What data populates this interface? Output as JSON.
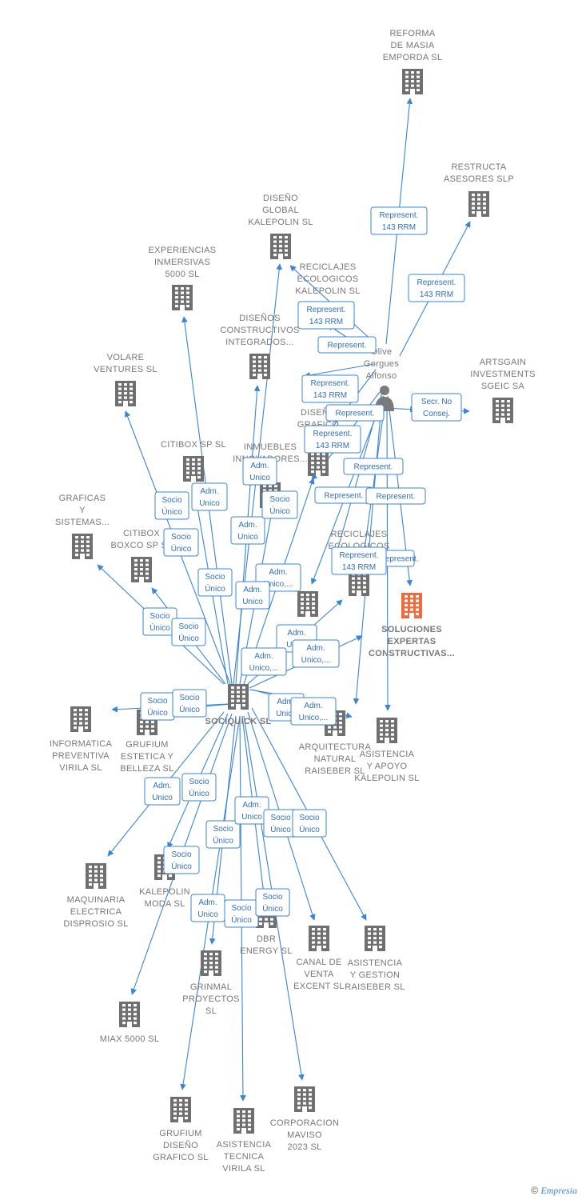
{
  "colors": {
    "edge": "#3a84d6",
    "building": "#6f6f6f",
    "highlight": "#f06a3c",
    "person": "#7a7a7a",
    "label": "#777777"
  },
  "person": {
    "id": "olive",
    "lines": [
      "Olive",
      "Gorgues",
      "Alfonso"
    ]
  },
  "nodes": [
    {
      "id": "sociquick",
      "lines": [
        "SOCIQUICK  SL"
      ],
      "bold": true
    },
    {
      "id": "reforma",
      "lines": [
        "REFORMA",
        "DE MASIA",
        "EMPORDA  SL"
      ]
    },
    {
      "id": "restructa",
      "lines": [
        "RESTRUCTA",
        "ASESORES SLP"
      ]
    },
    {
      "id": "diseno_global",
      "lines": [
        "DISEÑO",
        "GLOBAL",
        "KALEPOLIN  SL"
      ]
    },
    {
      "id": "experiencias",
      "lines": [
        "EXPERIENCIAS",
        "INMERSIVAS",
        "5000  SL"
      ]
    },
    {
      "id": "reciclajes1",
      "lines": [
        "RECICLAJES",
        "ECOLOGICOS",
        "KALEPOLIN  SL"
      ]
    },
    {
      "id": "disenos_constr",
      "lines": [
        "DISEÑOS",
        "CONSTRUCTIVOS",
        "INTEGRADOS..."
      ]
    },
    {
      "id": "volare",
      "lines": [
        "VOLARE",
        "VENTURES  SL"
      ]
    },
    {
      "id": "artsgain",
      "lines": [
        "ARTSGAIN",
        "INVESTMENTS",
        "SGEIC SA"
      ]
    },
    {
      "id": "diseno_grafico",
      "lines": [
        "DISEÑO",
        "GRAFICO",
        "LUC..."
      ]
    },
    {
      "id": "citibox_sp",
      "lines": [
        "CITIBOX SP  SL"
      ]
    },
    {
      "id": "inmuebles",
      "lines": [
        "INMUEBLES",
        "INNOVADORES..."
      ]
    },
    {
      "id": "graficas",
      "lines": [
        "GRAFICAS",
        "Y",
        "SISTEMAS..."
      ]
    },
    {
      "id": "citibox_bx",
      "lines": [
        "CITIBOX",
        "BOXCO SP  SL"
      ]
    },
    {
      "id": "reciclajes2",
      "lines": [
        "RECICLAJES",
        "ECOLOGICOS",
        "SL"
      ]
    },
    {
      "id": "unnamed_mid",
      "lines": []
    },
    {
      "id": "soluciones",
      "lines": [
        "SOLUCIONES",
        "EXPERTAS",
        "CONSTRUCTIVAS..."
      ],
      "highlight": true,
      "bold": true
    },
    {
      "id": "informatica",
      "lines": [
        "INFORMATICA",
        "PREVENTIVA",
        "VIRILA  SL"
      ]
    },
    {
      "id": "grufium_est",
      "lines": [
        "GRUFIUM",
        "ESTETICA Y",
        "BELLEZA  SL"
      ]
    },
    {
      "id": "arquitectura",
      "lines": [
        "ARQUITECTURA",
        "NATURAL",
        "RAISEBER  SL"
      ]
    },
    {
      "id": "asistencia_ka",
      "lines": [
        "ASISTENCIA",
        "Y APOYO",
        "KALEPOLIN  SL"
      ]
    },
    {
      "id": "maquinaria",
      "lines": [
        "MAQUINARIA",
        "ELECTRICA",
        "DISPROSIO  SL"
      ]
    },
    {
      "id": "kalepolin_moda",
      "lines": [
        "KALEPOLIN",
        "MODA  SL"
      ]
    },
    {
      "id": "dbr",
      "lines": [
        "DBR",
        "ENERGY  SL"
      ]
    },
    {
      "id": "canal",
      "lines": [
        "CANAL DE",
        "VENTA",
        "EXCENT  SL"
      ]
    },
    {
      "id": "asistencia_ge",
      "lines": [
        "ASISTENCIA",
        "Y GESTION",
        "RAISEBER  SL"
      ]
    },
    {
      "id": "grinmal",
      "lines": [
        "GRINMAL",
        "PROYECTOS",
        "SL"
      ]
    },
    {
      "id": "miax",
      "lines": [
        "MIAX 5000  SL"
      ]
    },
    {
      "id": "grufium_dis",
      "lines": [
        "GRUFIUM",
        "DISEÑO",
        "GRAFICO  SL"
      ]
    },
    {
      "id": "asistencia_te",
      "lines": [
        "ASISTENCIA",
        "TECNICA",
        "VIRILA  SL"
      ]
    },
    {
      "id": "corporacion",
      "lines": [
        "CORPORACION",
        "MAVISO",
        "2023  SL"
      ]
    }
  ],
  "relations": [
    {
      "lines": [
        "Represent.",
        "143 RRM"
      ]
    },
    {
      "lines": [
        "Represent.",
        "143 RRM"
      ]
    },
    {
      "lines": [
        "Represent.",
        "143 RRM"
      ]
    },
    {
      "lines": [
        "Represent."
      ]
    },
    {
      "lines": [
        "Secr.  No",
        "Consej."
      ]
    },
    {
      "lines": [
        "Represent.",
        "143 RRM"
      ]
    },
    {
      "lines": [
        "Represent."
      ]
    },
    {
      "lines": [
        "Represent.",
        "143 RRM"
      ]
    },
    {
      "lines": [
        "Represent."
      ]
    },
    {
      "lines": [
        "Represent."
      ]
    },
    {
      "lines": [
        "Represent."
      ]
    },
    {
      "lines": [
        "Represent."
      ]
    },
    {
      "lines": [
        "Represent.",
        "143 RRM"
      ]
    },
    {
      "lines": [
        "Adm.",
        "Unico"
      ]
    },
    {
      "lines": [
        "Adm.",
        "Unico"
      ]
    },
    {
      "lines": [
        "Socio",
        "Único"
      ]
    },
    {
      "lines": [
        "Socio",
        "Único"
      ]
    },
    {
      "lines": [
        "Adm.",
        "Unico"
      ]
    },
    {
      "lines": [
        "Socio",
        "Único"
      ]
    },
    {
      "lines": [
        "Adm.",
        "Unico,..."
      ]
    },
    {
      "lines": [
        "Socio",
        "Único"
      ]
    },
    {
      "lines": [
        "Adm.",
        "Unico"
      ]
    },
    {
      "lines": [
        "Socio",
        "Único"
      ]
    },
    {
      "lines": [
        "Socio",
        "Único"
      ]
    },
    {
      "lines": [
        "Adm.",
        "Unico"
      ]
    },
    {
      "lines": [
        "Adm.",
        "Unico,..."
      ]
    },
    {
      "lines": [
        "Adm.",
        "Unico,..."
      ]
    },
    {
      "lines": [
        "Socio",
        "Único"
      ]
    },
    {
      "lines": [
        "Socio",
        "Único"
      ]
    },
    {
      "lines": [
        "Adm.",
        "Unico"
      ]
    },
    {
      "lines": [
        "Adm.",
        "Unico,..."
      ]
    },
    {
      "lines": [
        "Adm.",
        "Unico"
      ]
    },
    {
      "lines": [
        "Socio",
        "Único"
      ]
    },
    {
      "lines": [
        "Socio",
        "Único"
      ]
    },
    {
      "lines": [
        "Adm.",
        "Unico"
      ]
    },
    {
      "lines": [
        "Socio",
        "Único"
      ]
    },
    {
      "lines": [
        "Socio",
        "Único"
      ]
    },
    {
      "lines": [
        "Socio",
        "Único"
      ]
    },
    {
      "lines": [
        "Adm.",
        "Unico"
      ]
    },
    {
      "lines": [
        "Socio",
        "Único"
      ]
    },
    {
      "lines": [
        "Socio",
        "Único"
      ]
    },
    {
      "lines": [
        "Socio",
        "Único"
      ]
    }
  ],
  "footer": {
    "copyright": "©",
    "brand": "Empresia"
  }
}
